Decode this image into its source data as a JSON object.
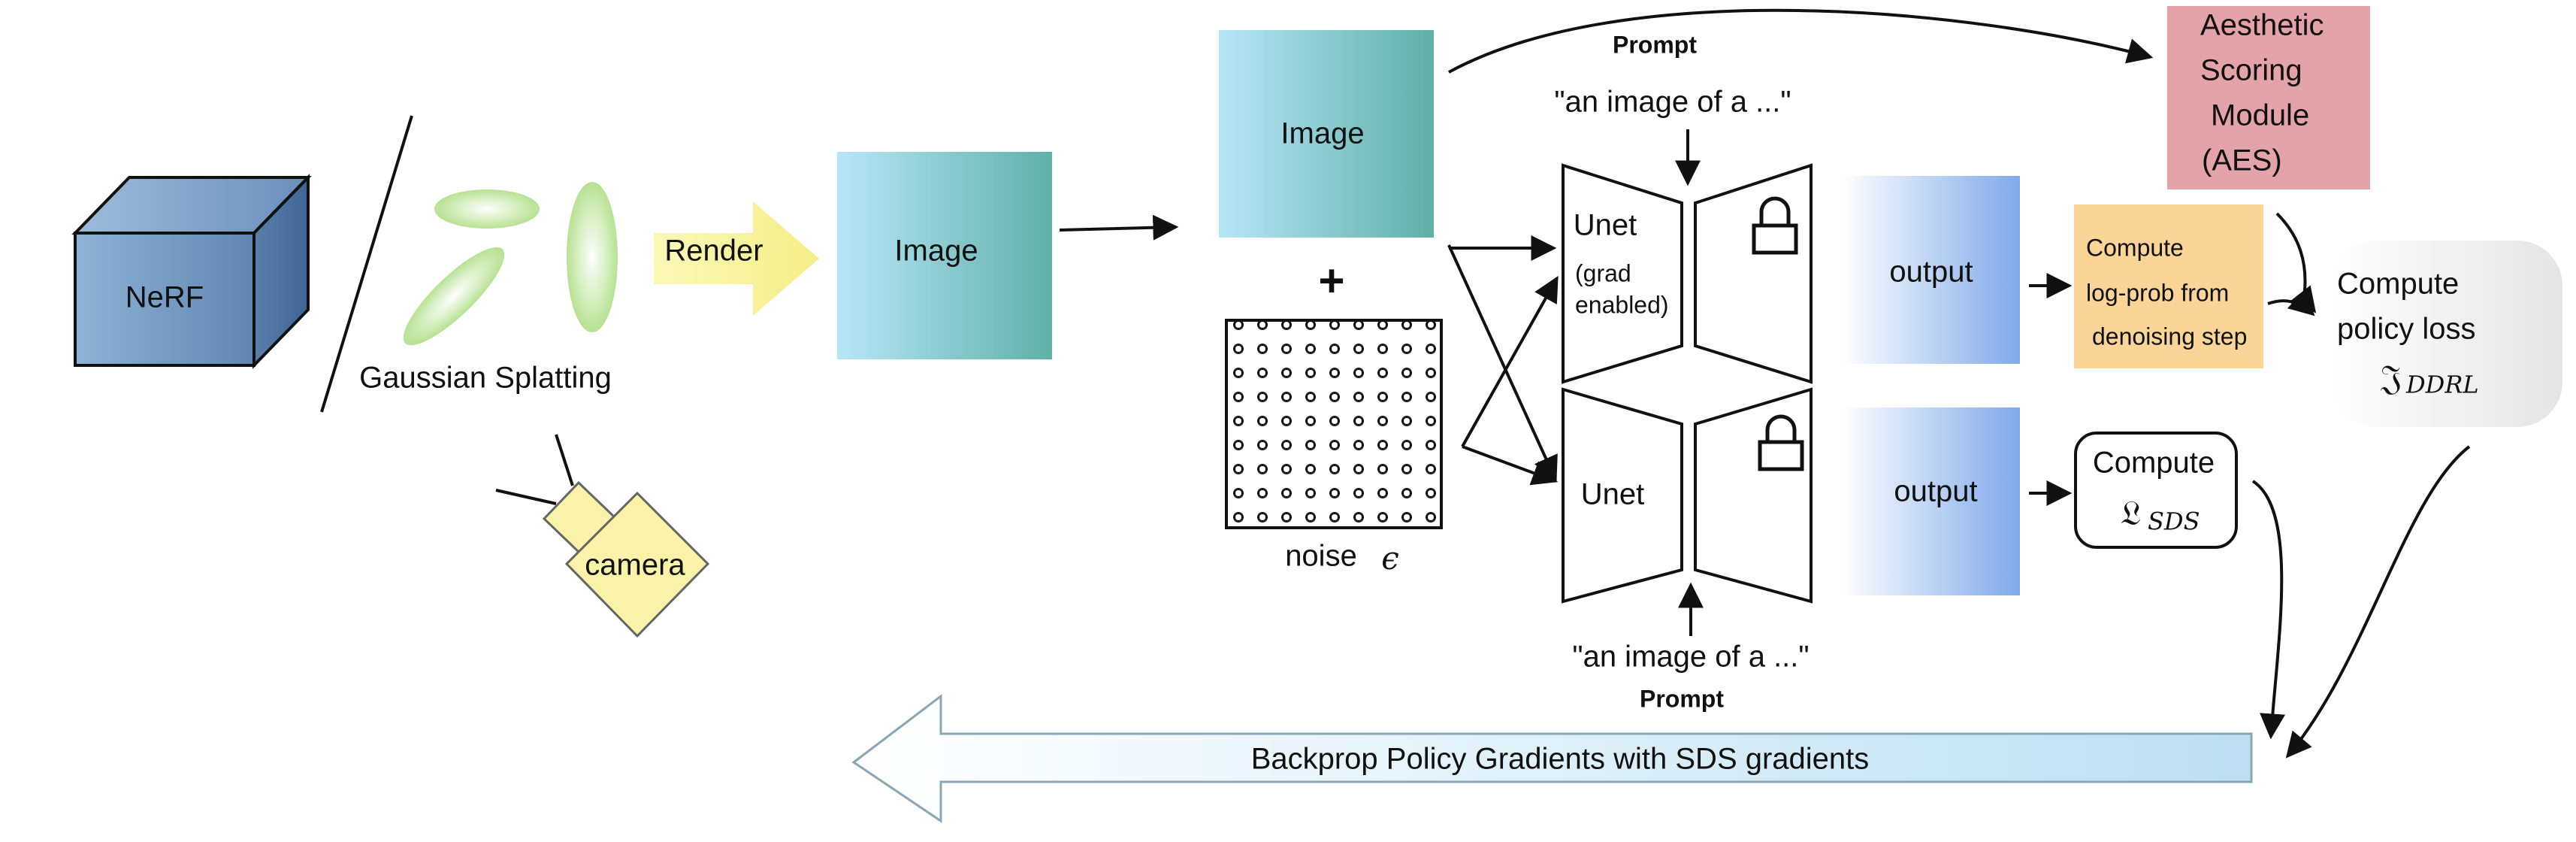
{
  "nerf_label": "NeRF",
  "gaussian_label": "Gaussian Splatting",
  "camera_label": "camera",
  "render_label": "Render",
  "image_left_label": "Image",
  "image_top_label": "Image",
  "plus_sign": "+",
  "noise_label": "noise",
  "noise_symbol": "ϵ",
  "prompt_top_label": "Prompt",
  "prompt_bottom_label": "Prompt",
  "prompt_text_top": "\"an image of a ...\"",
  "prompt_text_bottom": "\"an image of a ...\"",
  "unet_top": {
    "title": "Unet",
    "note_line1": "(grad",
    "note_line2": "enabled)"
  },
  "unet_bottom": {
    "title": "Unet"
  },
  "output_top_label": "output",
  "output_bottom_label": "output",
  "aes": {
    "line1": "Aesthetic",
    "line2": "Scoring",
    "line3": "Module",
    "line4": "(AES)"
  },
  "logprob": {
    "line1": "Compute",
    "line2": "log-prob from",
    "line3": "denoising step"
  },
  "policy_loss": {
    "line1": "Compute",
    "line2": "policy loss",
    "symbol": "𝔍",
    "subscript": "DDRL"
  },
  "sds": {
    "line1": "Compute",
    "symbol": "𝔏",
    "subscript": "SDS"
  },
  "backprop_label": "Backprop Policy Gradients with SDS gradients",
  "icons": {
    "lock": "lock-icon",
    "camera": "camera-icon",
    "cube": "cube-icon"
  },
  "colors": {
    "aes_fill": "#e4a3a8",
    "logprob_fill": "#fbd598",
    "render_arrow_fill": "#f7f3a0",
    "camera_fill": "#f9f2a8",
    "gauss_fill": "#c5e8a6",
    "cube_front": "#6d95be",
    "image_light": "#b5e3f6",
    "image_dark": "#5fb0a7",
    "output_light": "#ffffff",
    "output_dark": "#7fa9ea",
    "backprop_light": "#ffffff",
    "backprop_dark": "#bde0f2"
  }
}
